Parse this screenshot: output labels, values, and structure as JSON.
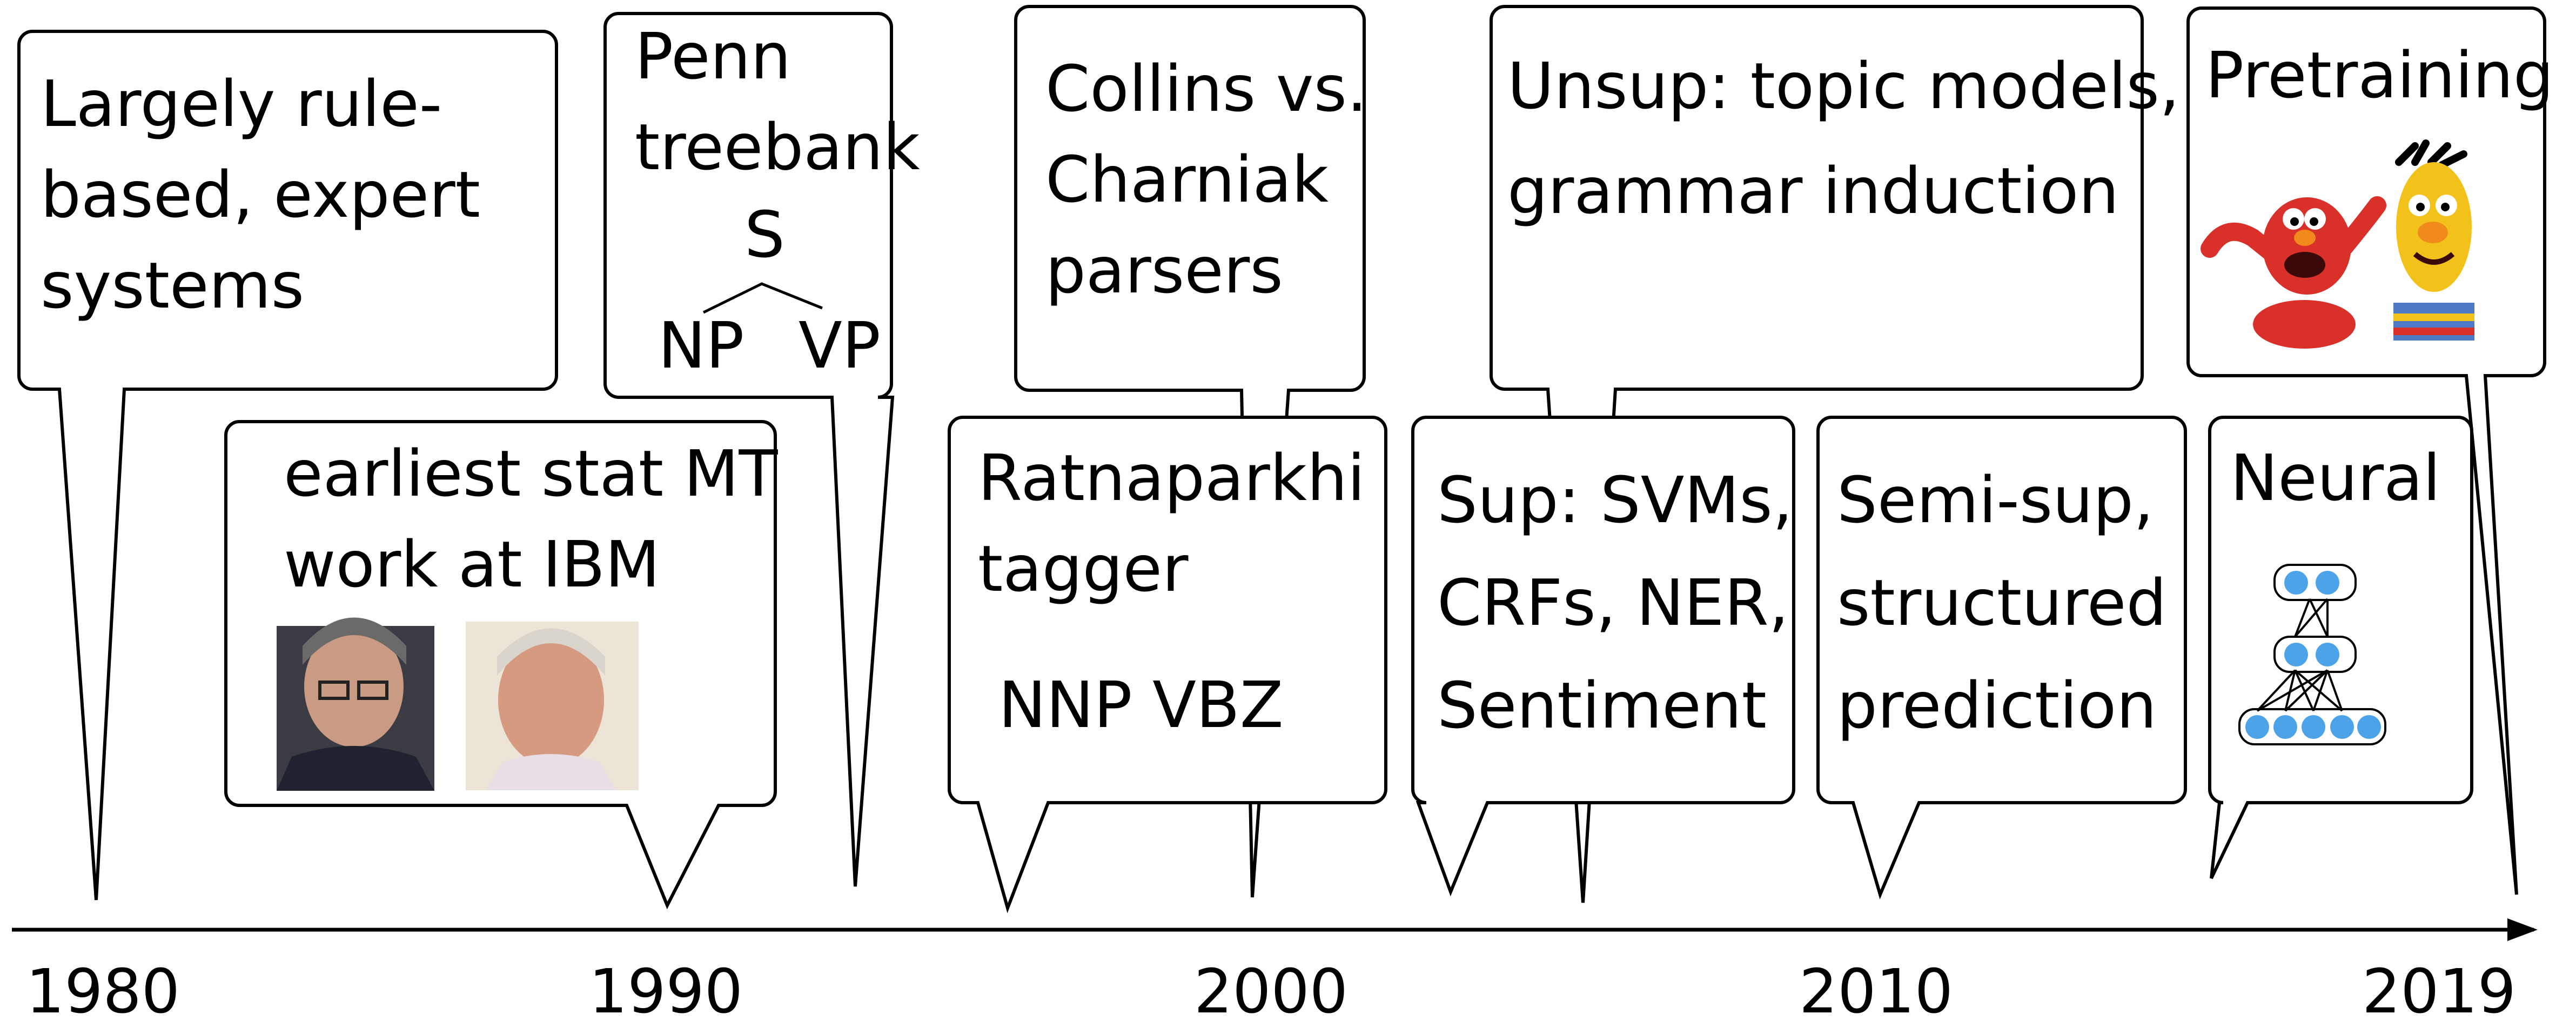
{
  "timeline": {
    "years": [
      "1980",
      "1990",
      "2000",
      "2010",
      "2019"
    ]
  },
  "callouts": {
    "rule_based": {
      "lines": [
        "Largely rule-",
        "based, expert",
        "systems"
      ]
    },
    "ibm": {
      "lines": [
        "earliest stat MT",
        "work at IBM"
      ],
      "photos": [
        "portrait-photo-1",
        "portrait-photo-2"
      ]
    },
    "penn": {
      "lines": [
        "Penn",
        "treebank"
      ],
      "tree": {
        "root": "S",
        "left": "NP",
        "right": "VP"
      }
    },
    "collins": {
      "lines": [
        "Collins vs.",
        "Charniak",
        "parsers"
      ]
    },
    "ratnaparkhi": {
      "lines": [
        "Ratnaparkhi",
        "tagger"
      ],
      "tags": "NNP VBZ"
    },
    "unsup": {
      "lines": [
        "Unsup: topic models,",
        "grammar induction"
      ]
    },
    "sup": {
      "lines": [
        "Sup: SVMs,",
        "CRFs, NER,",
        "Sentiment"
      ]
    },
    "semisup": {
      "lines": [
        "Semi-sup,",
        "structured",
        "prediction"
      ]
    },
    "pretraining": {
      "lines": [
        "Pretraining"
      ],
      "image": "muppet-characters-illustration"
    },
    "neural": {
      "lines": [
        "Neural"
      ],
      "icon": "neural-network-icon"
    }
  },
  "colors": {
    "stroke": "#000000",
    "neuron_fill": "#4da3e8",
    "elmo_red": "#d9302a",
    "bert_yellow": "#f2c21b"
  }
}
